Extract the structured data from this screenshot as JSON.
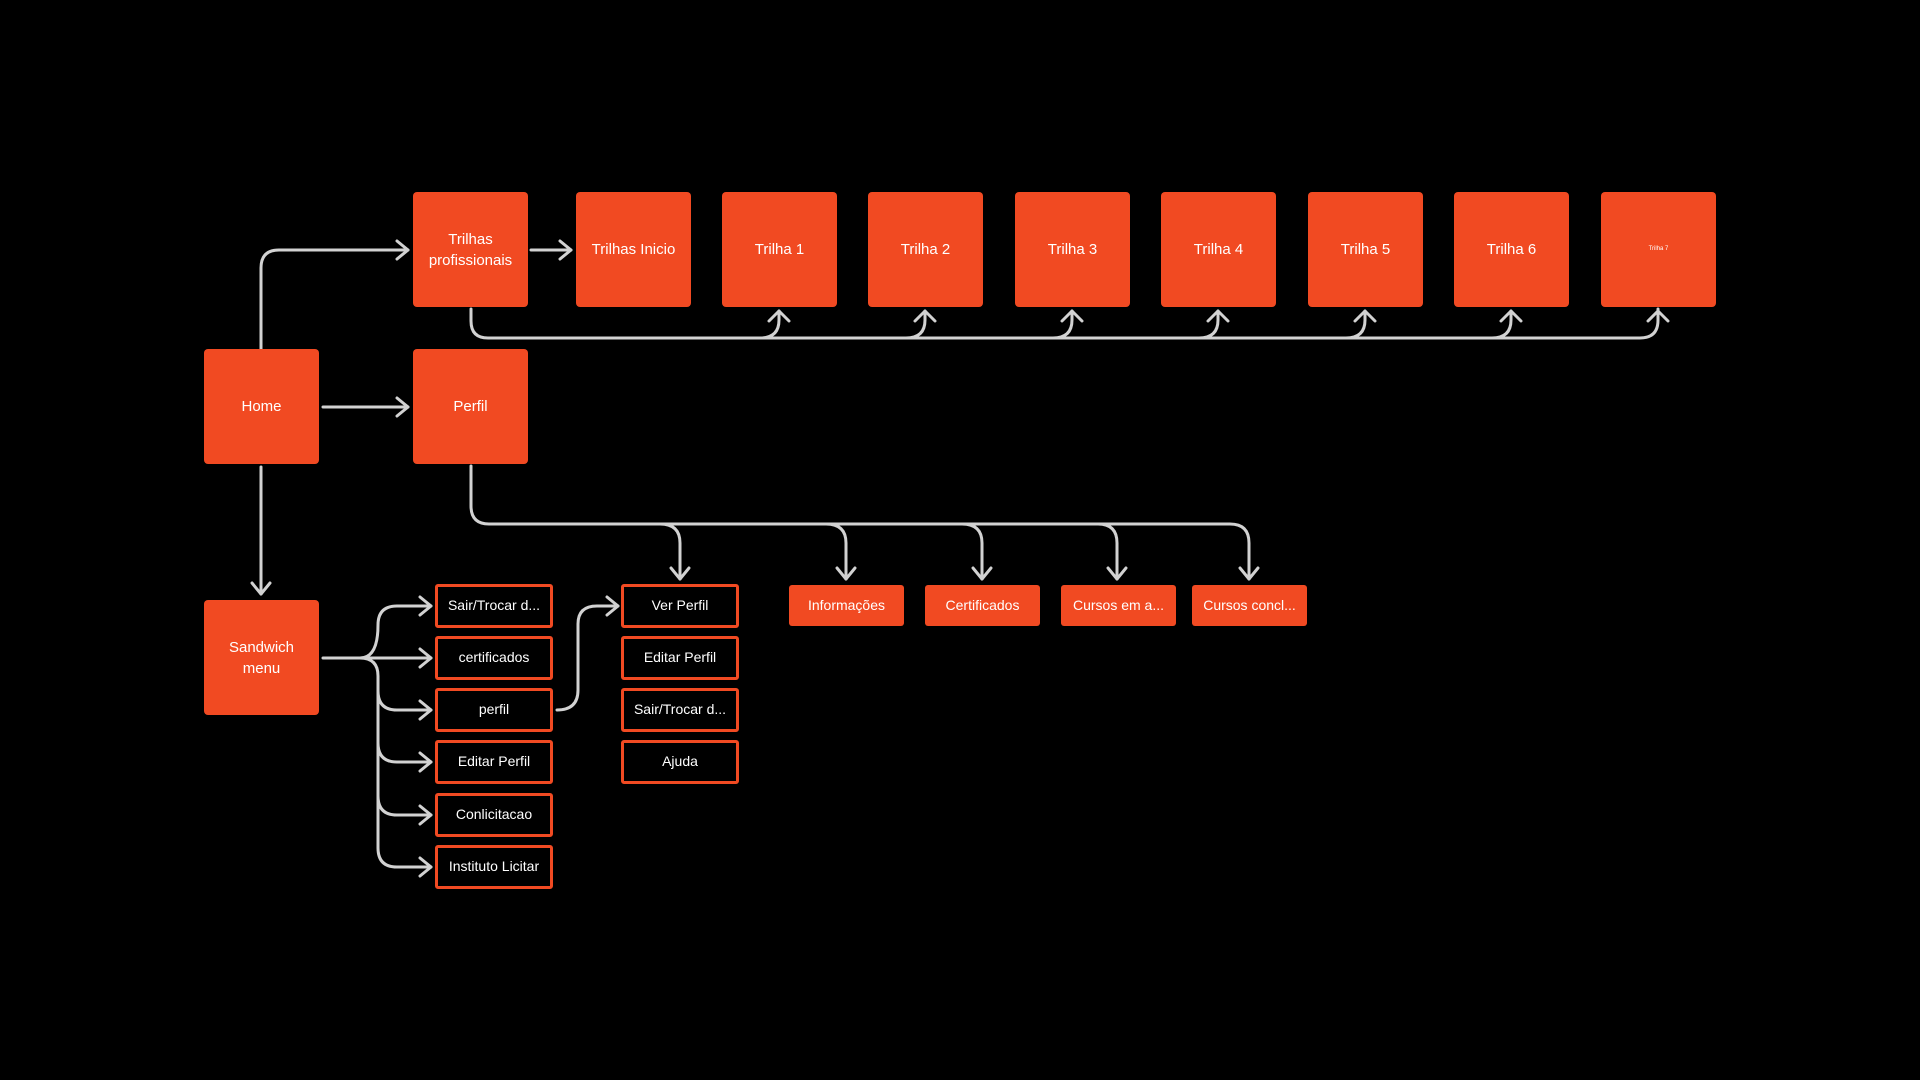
{
  "colors": {
    "background": "#000000",
    "node_fill": "#f14a22",
    "node_text": "#ffffff",
    "connector": "#d2d2d2"
  },
  "nodes": {
    "home": "Home",
    "trilhas_profissionais": "Trilhas profissionais",
    "trilhas_inicio": "Trilhas Inicio",
    "trilha_1": "Trilha 1",
    "trilha_2": "Trilha 2",
    "trilha_3": "Trilha 3",
    "trilha_4": "Trilha 4",
    "trilha_5": "Trilha 5",
    "trilha_6": "Trilha 6",
    "trilha_7": "Trilha 7",
    "perfil": "Perfil",
    "sandwich_menu": "Sandwich menu",
    "perfil_informacoes": "Informações",
    "perfil_certificados": "Certificados",
    "perfil_cursos_andamento": "Cursos em a...",
    "perfil_cursos_concluidos": "Cursos concl...",
    "menu_sair": "Sair/Trocar d...",
    "menu_certificados": "certificados",
    "menu_perfil": "perfil",
    "menu_editar_perfil": "Editar Perfil",
    "menu_conlicitacao": "Conlicitacao",
    "menu_instituto": "Instituto Licitar",
    "sub_ver_perfil": "Ver Perfil",
    "sub_editar_perfil": "Editar Perfil",
    "sub_sair": "Sair/Trocar d...",
    "sub_ajuda": "Ajuda"
  }
}
